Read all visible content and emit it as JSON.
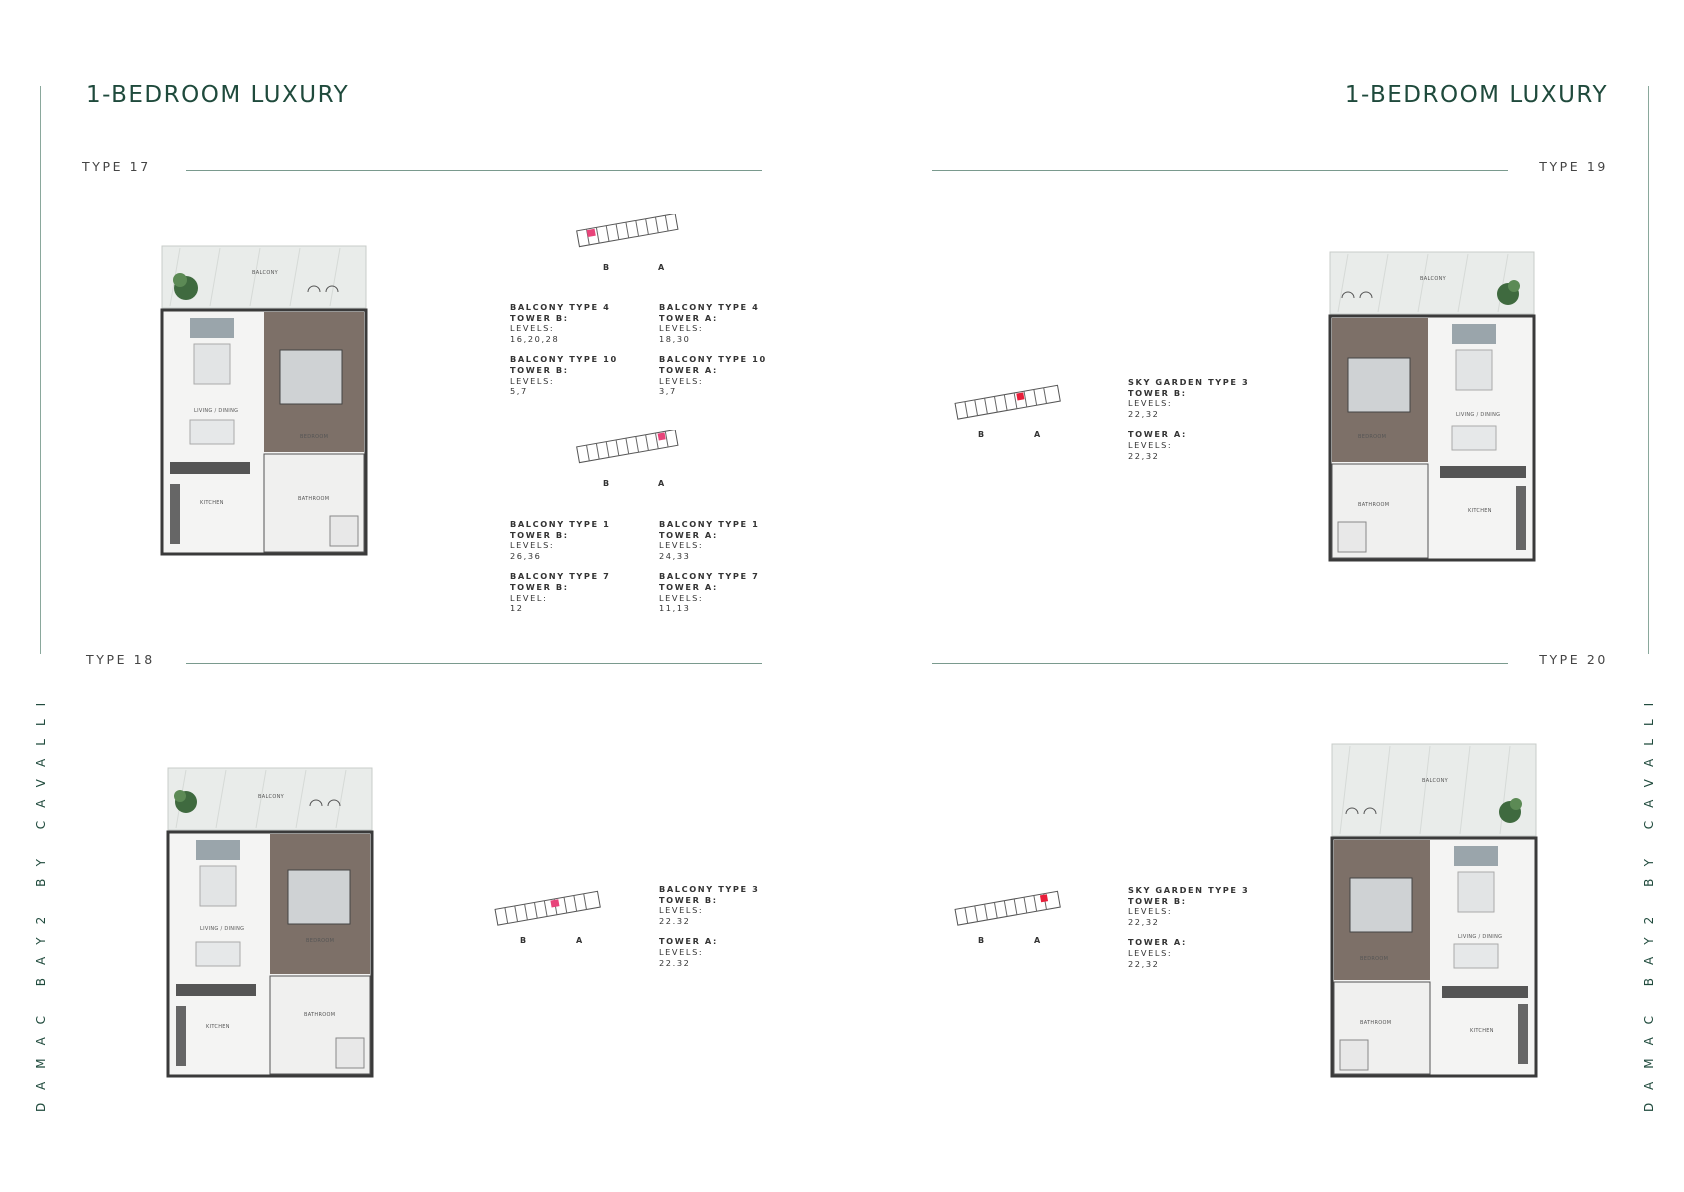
{
  "brand_vertical": "DAMAC BAY2 BY CAVALLI",
  "left_page": {
    "title": "1-BEDROOM LUXURY",
    "type17": {
      "label": "TYPE 17",
      "plan_rooms": {
        "balcony": "BALCONY",
        "living": "LIVING / DINING",
        "bedroom": "BEDROOM",
        "kitchen": "KITCHEN",
        "bathroom": "BATHROOM"
      },
      "keyplan1": {
        "b": "B",
        "a": "A"
      },
      "keyplan2": {
        "b": "B",
        "a": "A"
      },
      "info": [
        {
          "h1": "BALCONY TYPE 4",
          "h2": "TOWER B:",
          "l": "LEVELS:",
          "v": "16,20,28"
        },
        {
          "h1": "BALCONY TYPE 4",
          "h2": "TOWER A:",
          "l": "LEVELS:",
          "v": "18,30"
        },
        {
          "h1": "BALCONY TYPE 10",
          "h2": "TOWER B:",
          "l": "LEVELS:",
          "v": "5,7"
        },
        {
          "h1": "BALCONY TYPE 10",
          "h2": "TOWER A:",
          "l": "LEVELS:",
          "v": "3,7"
        },
        {
          "h1": "BALCONY TYPE 1",
          "h2": "TOWER B:",
          "l": "LEVELS:",
          "v": "26,36"
        },
        {
          "h1": "BALCONY TYPE 1",
          "h2": "TOWER A:",
          "l": "LEVELS:",
          "v": "24,33"
        },
        {
          "h1": "BALCONY TYPE 7",
          "h2": "TOWER B:",
          "l": "LEVEL:",
          "v": "12"
        },
        {
          "h1": "BALCONY TYPE 7",
          "h2": "TOWER A:",
          "l": "LEVELS:",
          "v": "11,13"
        }
      ]
    },
    "type18": {
      "label": "TYPE 18",
      "plan_rooms": {
        "balcony": "BALCONY",
        "living": "LIVING / DINING",
        "bedroom": "BEDROOM",
        "kitchen": "KITCHEN",
        "bathroom": "BATHROOM"
      },
      "keyplan": {
        "b": "B",
        "a": "A"
      },
      "info": {
        "h1": "BALCONY TYPE 3",
        "h2": "TOWER B:",
        "l": "LEVELS:",
        "v": "22.32",
        "h3": "TOWER A:",
        "l2": "LEVELS:",
        "v2": "22.32"
      }
    }
  },
  "right_page": {
    "title": "1-BEDROOM LUXURY",
    "type19": {
      "label": "TYPE 19",
      "plan_rooms": {
        "balcony": "BALCONY",
        "living": "LIVING / DINING",
        "bedroom": "BEDROOM",
        "kitchen": "KITCHEN",
        "bathroom": "BATHROOM"
      },
      "keyplan": {
        "b": "B",
        "a": "A"
      },
      "info": {
        "h1": "SKY GARDEN TYPE 3",
        "h2": "TOWER B:",
        "l": "LEVELS:",
        "v": "22,32",
        "h3": "TOWER A:",
        "l2": "LEVELS:",
        "v2": "22,32"
      }
    },
    "type20": {
      "label": "TYPE 20",
      "plan_rooms": {
        "balcony": "BALCONY",
        "living": "LIVING / DINING",
        "bedroom": "BEDROOM",
        "kitchen": "KITCHEN",
        "bathroom": "BATHROOM"
      },
      "keyplan": {
        "b": "B",
        "a": "A"
      },
      "info": {
        "h1": "SKY GARDEN TYPE 3",
        "h2": "TOWER B:",
        "l": "LEVELS:",
        "v": "22,32",
        "h3": "TOWER A:",
        "l2": "LEVELS:",
        "v2": "22,32"
      }
    }
  },
  "colors": {
    "accent": "#1f4a3c",
    "rule": "#7a9a8e",
    "floor_wood": "#7d7068",
    "wall": "#3a3a3a"
  }
}
